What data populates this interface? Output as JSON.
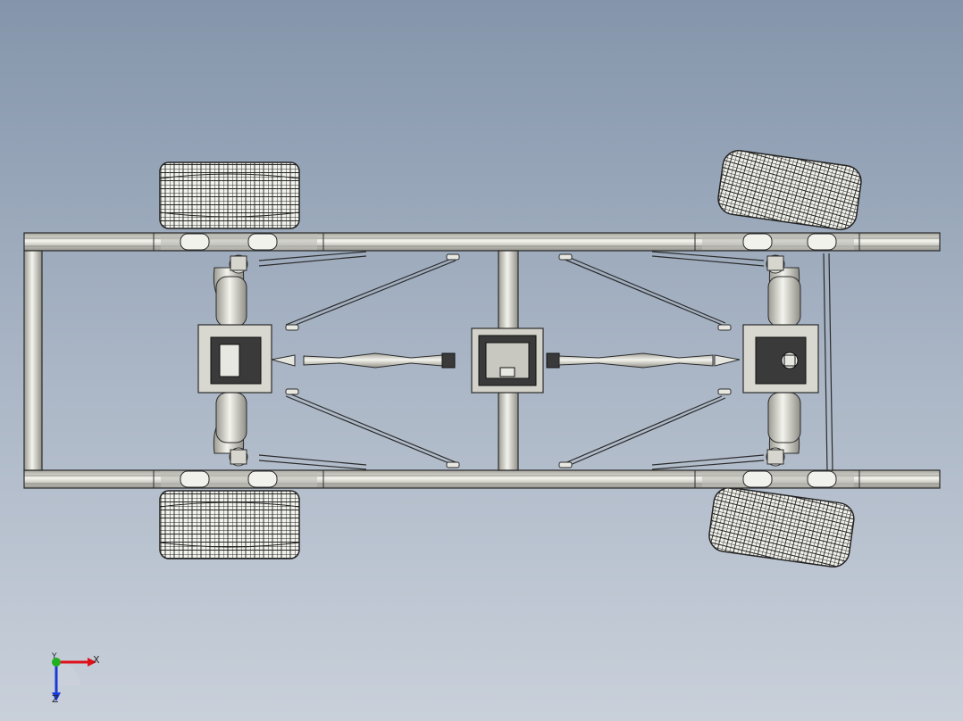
{
  "colors": {
    "background_top": "#8495ab",
    "background_bottom": "#c9d0da",
    "frame_fill": "#e2e2dc",
    "frame_stroke": "#2b2b2b",
    "tire_fill": "#f0f0ea",
    "axis_x": "#e0101a",
    "axis_y": "#20b020",
    "axis_z": "#1a3ad8"
  },
  "triad": {
    "x_label": "X",
    "y_label": "Y",
    "z_label": "Z"
  },
  "icons": {
    "triad": "coordinate-triad-icon"
  }
}
